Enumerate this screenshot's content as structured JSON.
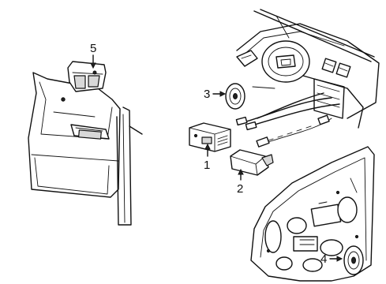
{
  "callouts": [
    {
      "id": 1,
      "text": "1"
    },
    {
      "id": 2,
      "text": "2"
    },
    {
      "id": 3,
      "text": "3"
    },
    {
      "id": 4,
      "text": "4"
    },
    {
      "id": 5,
      "text": "5"
    }
  ]
}
